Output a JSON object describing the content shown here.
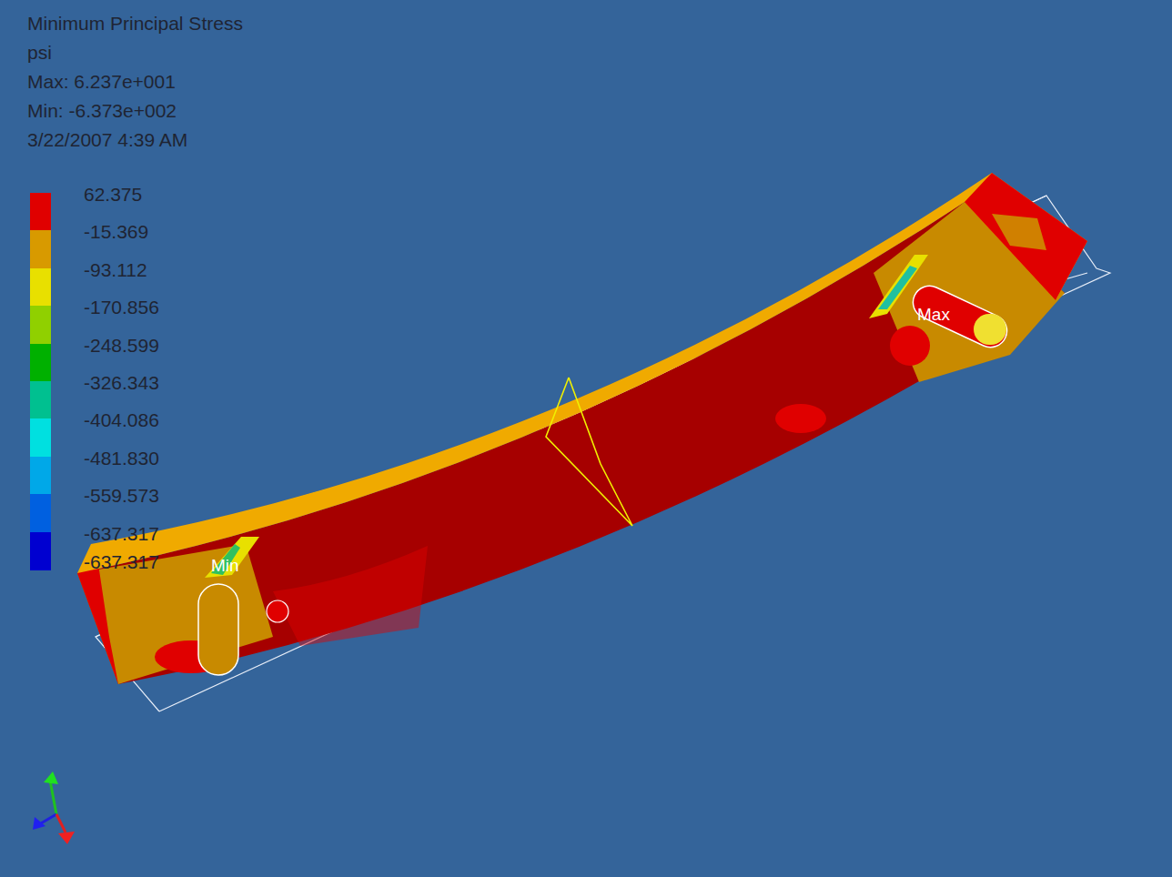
{
  "diagram": {
    "title": "Minimum Principal Stress",
    "labels": [
      "psi",
      "Max: 6.237e+001",
      "Min: -6.373e+002",
      "3/22/2007 4:39 AM",
      "-637.317",
      "Max",
      "Min"
    ],
    "legend": [
      {
        "text": "62.375",
        "color": "#e00000"
      },
      {
        "text": "-15.369",
        "color": "#d89a00"
      },
      {
        "text": "-93.112",
        "color": "#e8e000"
      },
      {
        "text": "-170.856",
        "color": "#90d000"
      },
      {
        "text": "-248.599",
        "color": "#00b000"
      },
      {
        "text": "-326.343",
        "color": "#00c090"
      },
      {
        "text": "-404.086",
        "color": "#00e0e0"
      },
      {
        "text": "-481.830",
        "color": "#00a8e8"
      },
      {
        "text": "-559.573",
        "color": "#0060e0"
      },
      {
        "text": "-637.317",
        "color": "#0000d0"
      }
    ]
  }
}
